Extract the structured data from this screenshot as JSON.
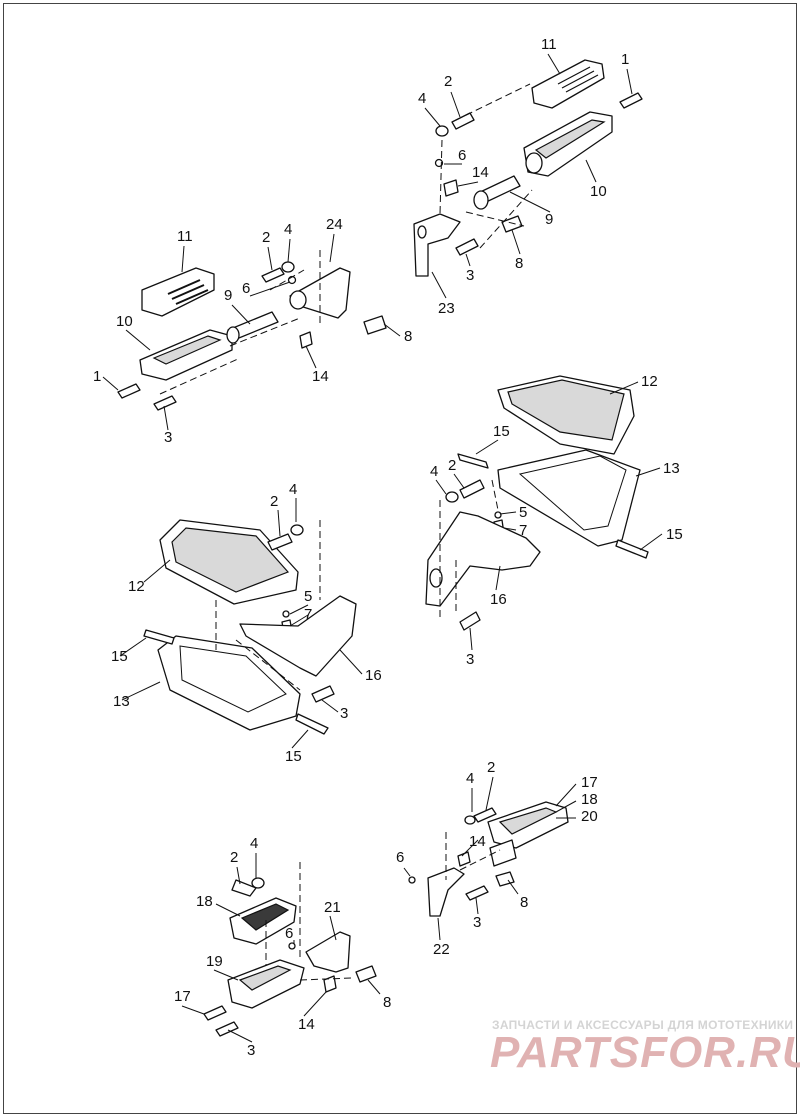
{
  "labels": {
    "a": {
      "t1": "11",
      "t2": "1",
      "t3": "2",
      "t4": "4",
      "t5": "6",
      "t6": "14",
      "t7": "10",
      "t8": "9",
      "t9": "8",
      "t10": "3",
      "t11": "23"
    },
    "b": {
      "t1": "11",
      "t2": "2",
      "t3": "4",
      "t4": "24",
      "t5": "6",
      "t6": "9",
      "t7": "10",
      "t8": "8",
      "t9": "14",
      "t10": "1",
      "t11": "3"
    },
    "c": {
      "t1": "12",
      "t2": "15",
      "t3": "4",
      "t4": "2",
      "t5": "13",
      "t6": "5",
      "t7": "7",
      "t8": "15",
      "t9": "16",
      "t10": "3"
    },
    "d": {
      "t1": "2",
      "t2": "4",
      "t3": "12",
      "t4": "5",
      "t5": "7",
      "t6": "15",
      "t7": "16",
      "t8": "13",
      "t9": "3",
      "t10": "15"
    },
    "e": {
      "t1": "4",
      "t2": "2",
      "t3": "17",
      "t4": "18",
      "t5": "20",
      "t6": "14",
      "t7": "6",
      "t8": "8",
      "t9": "3",
      "t10": "22"
    },
    "f": {
      "t1": "2",
      "t2": "4",
      "t3": "18",
      "t4": "21",
      "t5": "6",
      "t6": "19",
      "t7": "17",
      "t8": "8",
      "t9": "14",
      "t10": "3"
    }
  },
  "watermark": {
    "tagline": "ЗАПЧАСТИ И АКСЕССУАРЫ ДЛЯ МОТОТЕХНИКИ",
    "brand": "PARTSFOR.RU"
  }
}
